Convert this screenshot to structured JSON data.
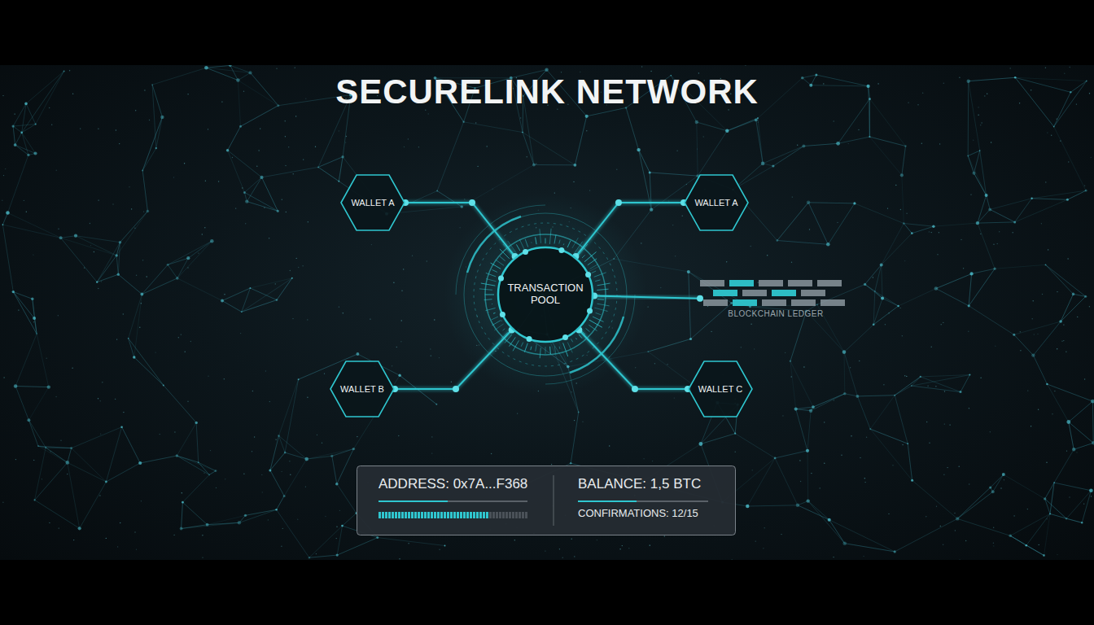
{
  "diagram": {
    "title": "SECURELINK NETWORK",
    "nodes": [
      {
        "text": [
          "WALLET A"
        ]
      },
      {
        "text": [
          "WALLET A"
        ]
      },
      {
        "text": [
          "TRANSACTION POOL"
        ]
      },
      {
        "text": [
          "BLOCKCHAIN LEDGER"
        ]
      },
      {
        "text": [
          "WALLET B"
        ]
      },
      {
        "text": [
          "WALLET C"
        ]
      },
      {
        "text": [
          "ADDRESS: 0x7A...F368",
          "BALANCE: 1,5 BTC",
          "CONFIRMATIONS: 12/15"
        ]
      }
    ],
    "edges": [
      {
        "from": 0,
        "to": 2,
        "arrow": "none"
      },
      {
        "from": 1,
        "to": 2,
        "arrow": "none"
      },
      {
        "from": 2,
        "to": 3,
        "arrow": "none"
      },
      {
        "from": 4,
        "to": 2,
        "arrow": "none"
      },
      {
        "from": 5,
        "to": 2,
        "arrow": "none"
      }
    ]
  }
}
